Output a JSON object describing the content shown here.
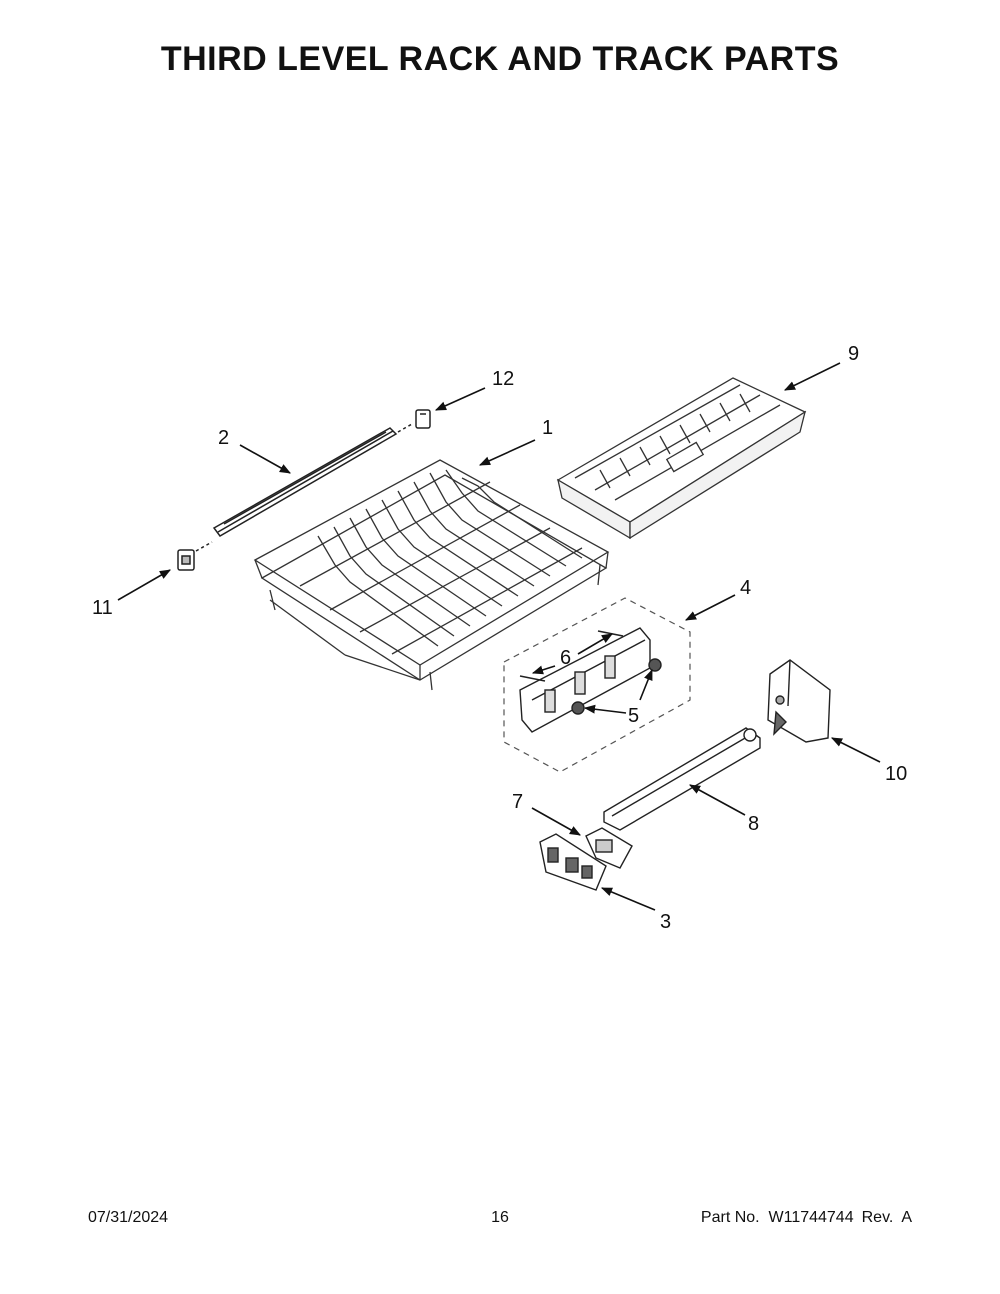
{
  "page": {
    "title": "THIRD LEVEL RACK AND TRACK PARTS"
  },
  "callouts": {
    "c1": "1",
    "c2": "2",
    "c3": "3",
    "c4": "4",
    "c5": "5",
    "c6": "6",
    "c7": "7",
    "c8": "8",
    "c9": "9",
    "c10": "10",
    "c11": "11",
    "c12": "12"
  },
  "footer": {
    "date": "07/31/2024",
    "page_number": "16",
    "part_number": "Part No.  W11744744",
    "revision": "Rev.  A"
  }
}
